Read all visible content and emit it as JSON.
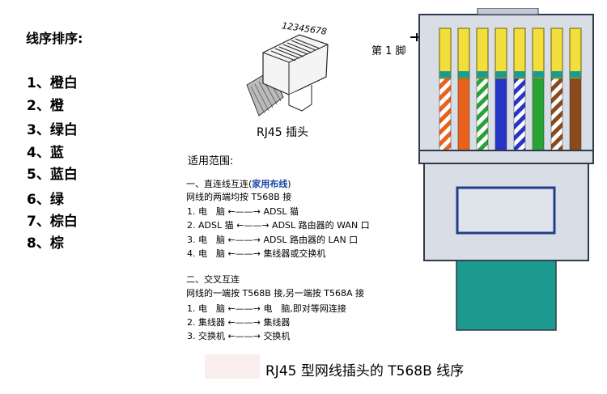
{
  "left": {
    "title": "线序排序:",
    "items": [
      "1、橙白",
      "2、橙",
      "3、绿白",
      "4、蓝",
      "5、蓝白",
      "6、绿",
      "7、棕白",
      "8、棕"
    ]
  },
  "sketch": {
    "pin_numbers": "12345678",
    "caption": "RJ45 插头"
  },
  "scope": {
    "title": "适用范围:",
    "s1": {
      "heading": "一、直连线互连(",
      "heading_blue": "家用布线",
      "heading_end": ")",
      "rule": "网线的两端均按 T568B 接",
      "rows": [
        {
          "n": "1.",
          "a": "电　脑",
          "b": "ADSL 猫"
        },
        {
          "n": "2.",
          "a": "ADSL 猫",
          "b": "ADSL 路由器的 WAN 口"
        },
        {
          "n": "3.",
          "a": "电　脑",
          "b": "ADSL 路由器的 LAN 口"
        },
        {
          "n": "4.",
          "a": "电　脑",
          "b": "集线器或交换机"
        }
      ]
    },
    "s2": {
      "heading": "二、交叉互连",
      "rule": "网线的一端按 T568B 接,另一端按 T568A 接",
      "rows": [
        {
          "n": "1.",
          "a": "电　脑",
          "b": "电　脑,即对等网连接"
        },
        {
          "n": "2.",
          "a": "集线器",
          "b": "集线器"
        },
        {
          "n": "3.",
          "a": "交换机",
          "b": "交换机"
        }
      ]
    }
  },
  "diagram": {
    "pin1_label": "第 1 脚"
  },
  "caption": "RJ45 型网线插头的 T568B 线序",
  "colors": {
    "orange": "#e8621c",
    "green": "#2aa236",
    "blue": "#2535c8",
    "brown": "#8b4a1c",
    "gold": "#f2df3c",
    "teal_body": "#1c9a90",
    "plug_grey": "#d9dde6",
    "outline": "#2f3a4a"
  }
}
